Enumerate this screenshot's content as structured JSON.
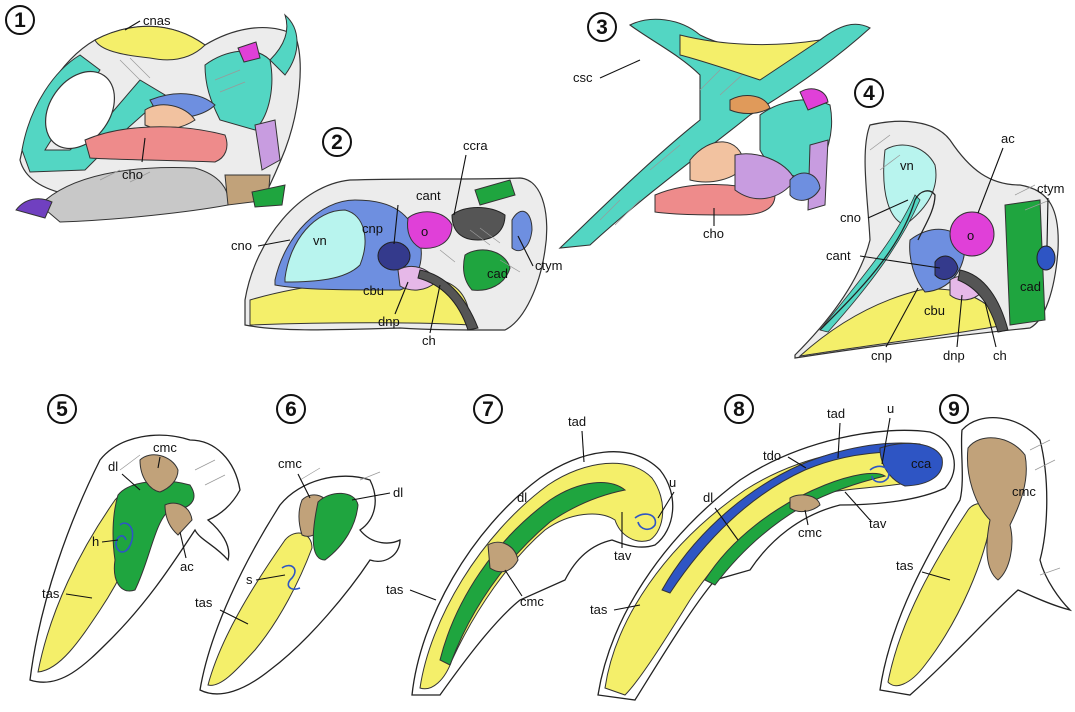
{
  "colors": {
    "yellow": "#f4ef6a",
    "green": "#1fa53f",
    "cyan": "#53d6c3",
    "lightcyan": "#b8f4ee",
    "blue": "#6e8fe0",
    "darkblue": "#2e55c4",
    "navy": "#343a8c",
    "magenta": "#e040d8",
    "pink": "#ee8b8b",
    "peach": "#f2c2a0",
    "brown": "#c1a27a",
    "gray": "#c8c8c8",
    "darkgray": "#555555",
    "lavender": "#c89ce0",
    "orange": "#e09a5a",
    "purple": "#7040c0"
  },
  "panels": [
    {
      "number": "1"
    },
    {
      "number": "2"
    },
    {
      "number": "3"
    },
    {
      "number": "4"
    },
    {
      "number": "5"
    },
    {
      "number": "6"
    },
    {
      "number": "7"
    },
    {
      "number": "8"
    },
    {
      "number": "9"
    }
  ],
  "labels": {
    "p1": {
      "cnas": "cnas",
      "cho": "cho"
    },
    "p2": {
      "cant": "cant",
      "ccra": "ccra",
      "cnp": "cnp",
      "vn": "vn",
      "o": "o",
      "cno": "cno",
      "ctym": "ctym",
      "cad": "cad",
      "cbu": "cbu",
      "dnp": "dnp",
      "ch": "ch"
    },
    "p3": {
      "csc": "csc",
      "cho": "cho"
    },
    "p4": {
      "ac": "ac",
      "vn": "vn",
      "ctym": "ctym",
      "cno": "cno",
      "o": "o",
      "cant": "cant",
      "cad": "cad",
      "cbu": "cbu",
      "cnp": "cnp",
      "dnp": "dnp",
      "ch": "ch"
    },
    "p5": {
      "cmc": "cmc",
      "dl": "dl",
      "h": "h",
      "ac": "ac",
      "tas": "tas"
    },
    "p6": {
      "cmc": "cmc",
      "dl": "dl",
      "s": "s",
      "tas": "tas"
    },
    "p7": {
      "tad": "tad",
      "dl": "dl",
      "u": "u",
      "tav": "tav",
      "tas": "tas",
      "cmc": "cmc"
    },
    "p8": {
      "tad": "tad",
      "u": "u",
      "tdo": "tdo",
      "cca": "cca",
      "dl": "dl",
      "cmc": "cmc",
      "tav": "tav",
      "tas": "tas"
    },
    "p9": {
      "cmc": "cmc",
      "tas": "tas"
    }
  }
}
